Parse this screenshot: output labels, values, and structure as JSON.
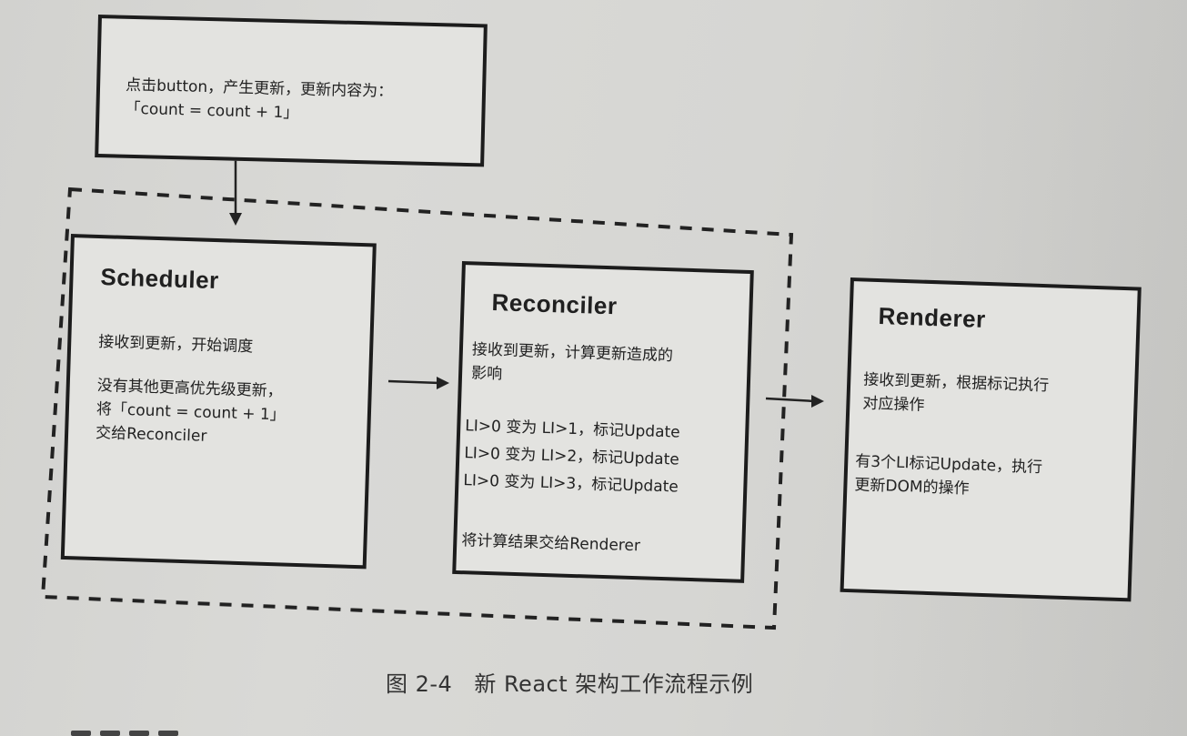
{
  "trigger_box": {
    "line1": "点击button，产生更新，更新内容为：",
    "line2": "「count = count + 1」"
  },
  "scheduler": {
    "title": "Scheduler",
    "line1": "接收到更新，开始调度",
    "line2": "没有其他更高优先级更新，",
    "line3": "将「count = count + 1」",
    "line4": "交给Reconciler"
  },
  "reconciler": {
    "title": "Reconciler",
    "line1": "接收到更新，计算更新造成的",
    "line2": "影响",
    "line3": "LI>0 变为 LI>1，标记Update",
    "line4": "LI>0 变为 LI>2，标记Update",
    "line5": "LI>0 变为 LI>3，标记Update",
    "line6": "将计算结果交给Renderer"
  },
  "renderer": {
    "title": "Renderer",
    "line1": "接收到更新，根据标记执行",
    "line2": "对应操作",
    "line3": "有3个LI标记Update，执行",
    "line4": "更新DOM的操作"
  },
  "caption": {
    "number": "图 2-4",
    "text": "新 React 架构工作流程示例"
  },
  "colors": {
    "border": "#1c1c1c",
    "paper": "#d6d6d3",
    "box_fill": "#e3e3e0"
  }
}
